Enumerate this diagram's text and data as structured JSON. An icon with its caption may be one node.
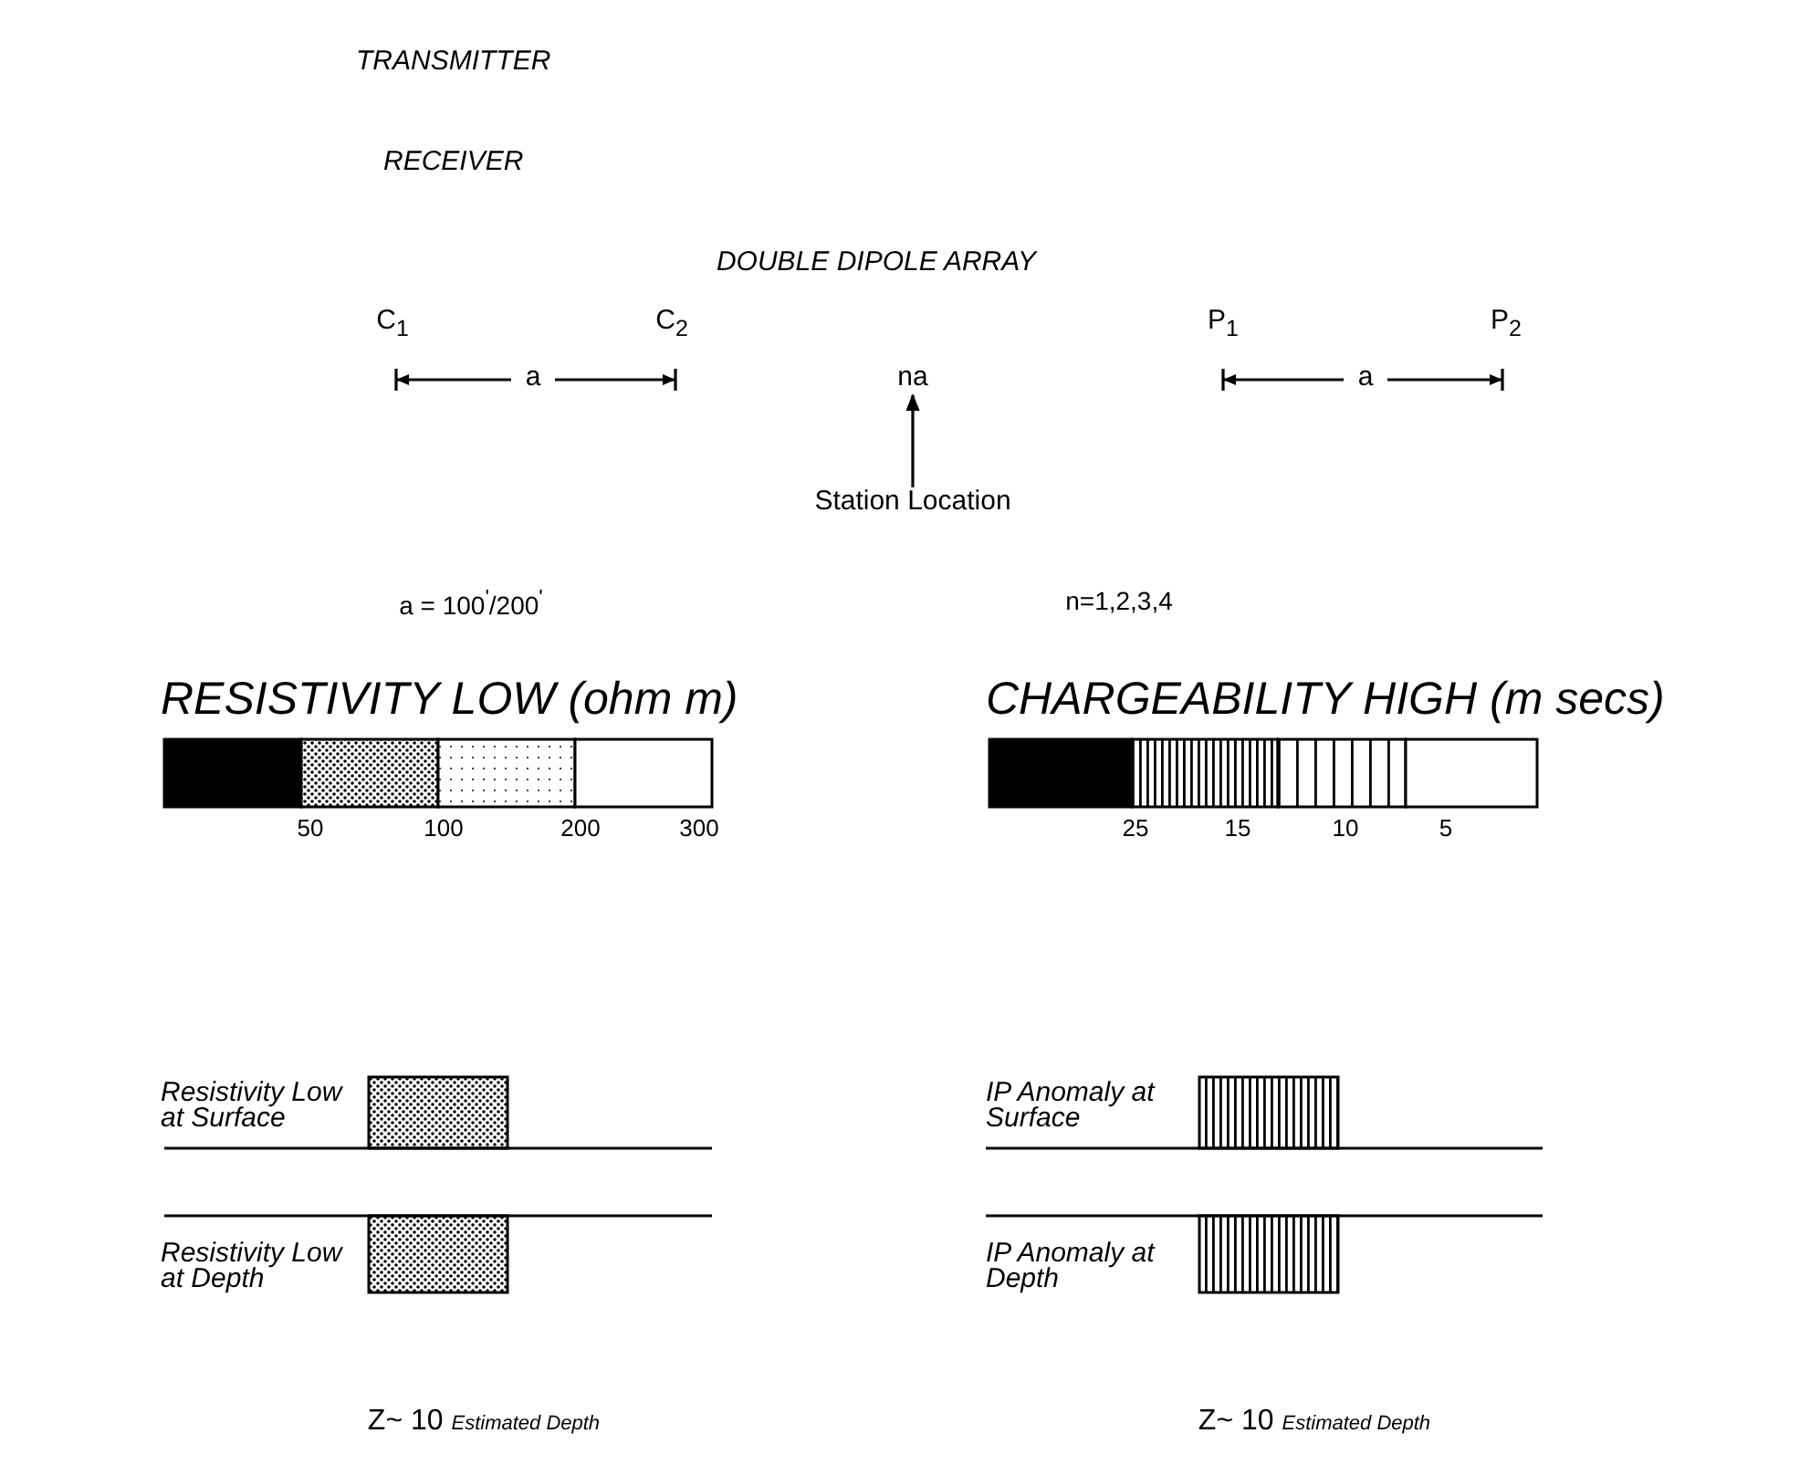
{
  "diagram": {
    "nodes": [
      {
        "text": [
          "na"
        ]
      },
      {
        "text": [
          "Station Location"
        ]
      }
    ],
    "edges": [
      {
        "from": 1,
        "to": 0,
        "arrow": "to"
      }
    ],
    "labels": [
      "TRANSMITTER",
      "RECEIVER",
      "DOUBLE DIPOLE ARRAY",
      "C$_{1}$",
      "C$_{2}$",
      "P$_{1}$",
      "P$_{2}$",
      "a",
      "a",
      "a = 100$^{'}$/200$^{'}$",
      "n=1,2,3,4",
      "RESISTIVITY LOW (ohm m)",
      "CHARGEABILITY HIGH (m secs)",
      "50",
      "100",
      "200",
      "300",
      "25",
      "15",
      "10",
      "5",
      "Resistivity Low at Surface",
      "IP Anomaly at Surface",
      "Resistivity Low at Depth",
      "IP Anomaly at Depth",
      "Z~ 10 *Estimated Depth*",
      "Z~ 10 *Estimated Depth*"
    ]
  }
}
